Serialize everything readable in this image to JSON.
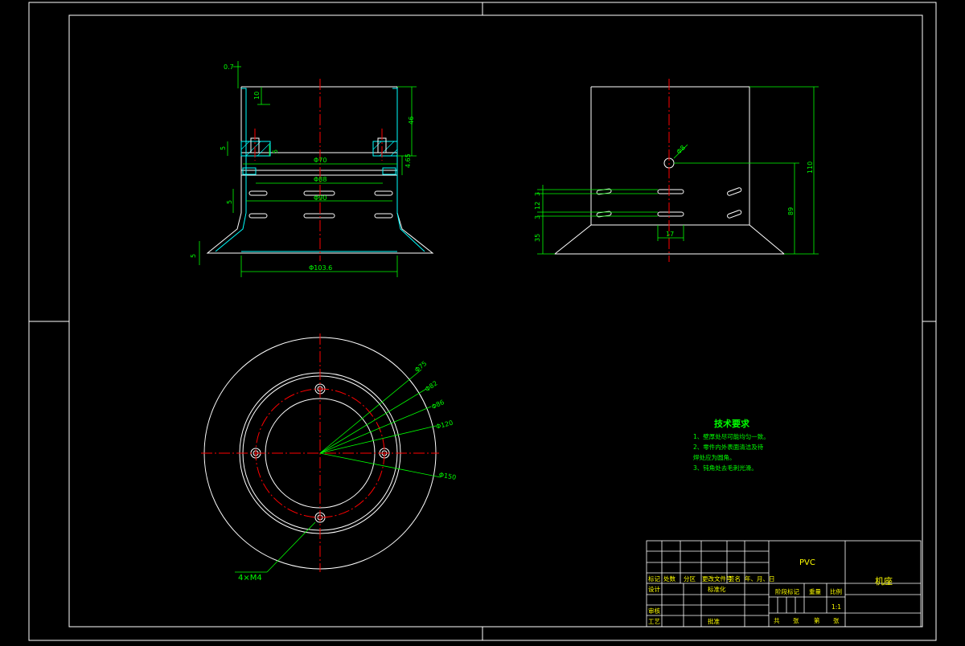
{
  "dims": {
    "front_top_offset": "0.7",
    "front_rim": "10",
    "front_height_upper": "46",
    "front_boss": "5",
    "front_step": "5",
    "front_ring_left": "5",
    "front_d1": "Φ70",
    "front_d2": "Φ88",
    "front_d3": "Φ90",
    "front_base_left": "5",
    "front_flange_right": "4.65",
    "front_bottom_dia": "Φ103.6",
    "side_hole": "Φ8",
    "side_total_height": "110",
    "side_hole_height": "89",
    "side_slot_spacing": "12",
    "side_slot_width": "3",
    "side_slot_gap": "3",
    "side_base": "35",
    "side_slot_len": "17",
    "plan_d1": "Φ75",
    "plan_d2": "Φ82",
    "plan_d3": "Φ86",
    "plan_d4": "Φ120",
    "plan_d5": "Φ150",
    "plan_thread": "4×M4"
  },
  "notes": {
    "title": "技术要求",
    "line1": "1、壁厚处尽可能均匀一致。",
    "line2a": "2、零件内外表面清洁及待",
    "line2b": "焊处应为圆角。",
    "line3": "3、钝角处去毛刺光滑。"
  },
  "titleblock": {
    "material": "PVC",
    "part_name": "机座",
    "scale_value": "1:1",
    "h_mark": "标记",
    "h_count": "处数",
    "h_zone": "分区",
    "h_docno": "更改文件号",
    "h_sign": "签名",
    "h_date": "年、月、日",
    "r_design": "设计",
    "r_standard": "标准化",
    "r_check": "审核",
    "r_process": "工艺",
    "r_approve": "批准",
    "stage_mark": "阶段标记",
    "weight": "重量",
    "scale": "比例",
    "sheets_total": "共",
    "sheets_word": "张",
    "sheet_no": "第",
    "sheet_word": "张"
  },
  "colors": {
    "outline": "#ffffff",
    "dimension": "#00ff00",
    "centerline": "#ff0000",
    "section": "#00ffff",
    "notes": "#00ff00",
    "block_text": "#ffff00"
  }
}
